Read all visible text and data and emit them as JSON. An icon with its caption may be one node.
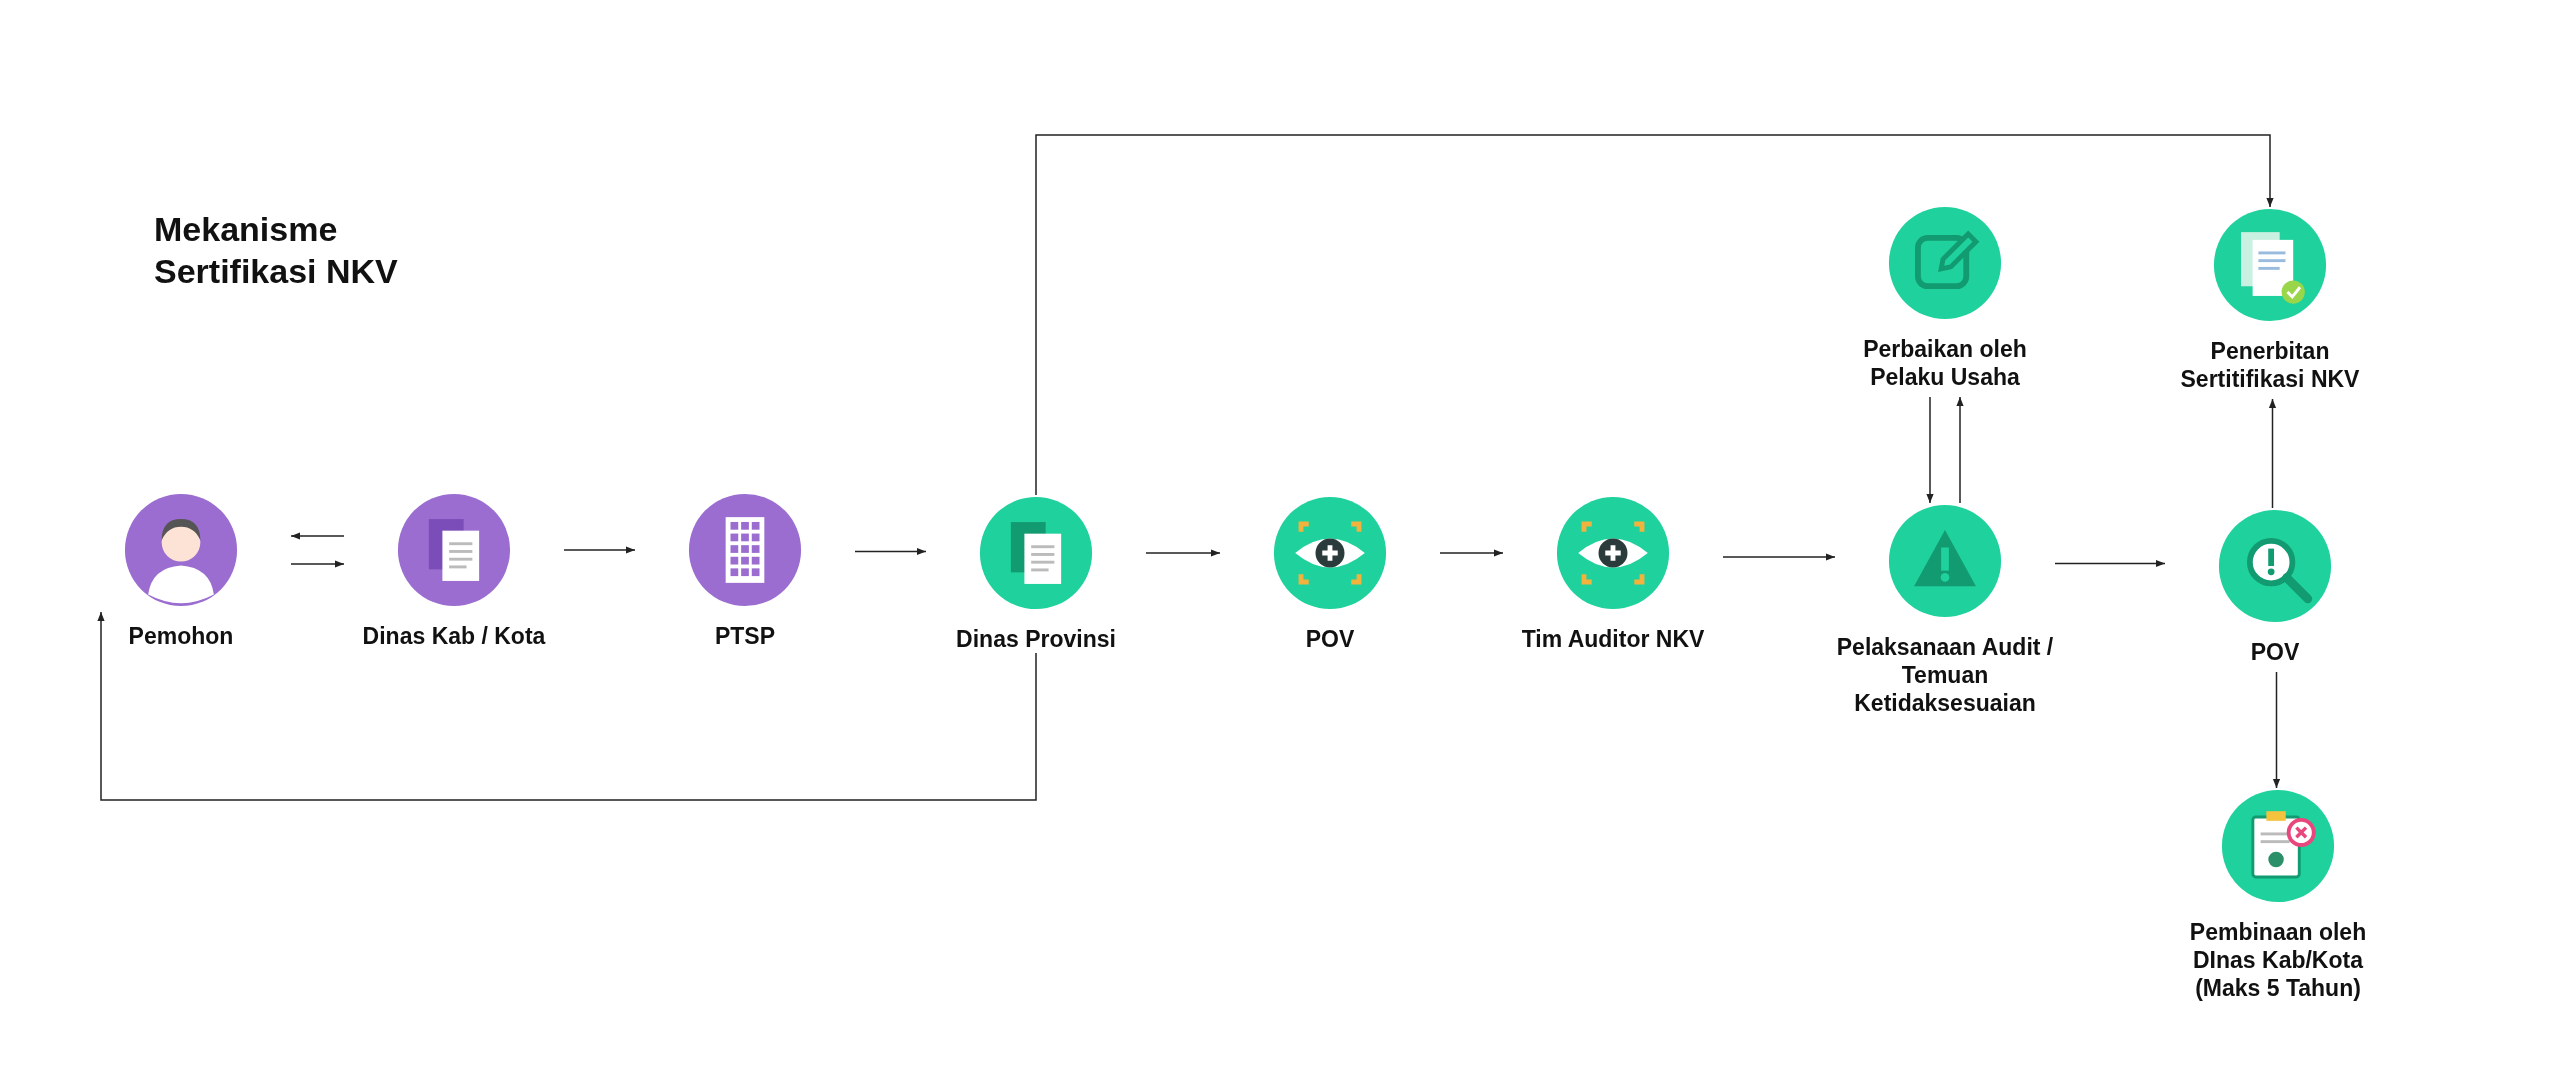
{
  "diagram": {
    "title": "Mekanisme Sertifikasi NKV",
    "nodes": [
      {
        "text": [
          "Pemohon"
        ]
      },
      {
        "text": [
          "Dinas Kab / Kota"
        ]
      },
      {
        "text": [
          "PTSP"
        ]
      },
      {
        "text": [
          "Dinas Provinsi"
        ]
      },
      {
        "text": [
          "POV"
        ]
      },
      {
        "text": [
          "Tim Auditor NKV"
        ]
      },
      {
        "text": [
          "Perbaikan oleh Pelaku Usaha"
        ]
      },
      {
        "text": [
          "Pelaksanaan Audit / Temuan Ketidaksesuaian"
        ]
      },
      {
        "text": [
          "Penerbitan Sertitifikasi NKV"
        ]
      },
      {
        "text": [
          "POV"
        ]
      },
      {
        "text": [
          "Pembinaan oleh DInas Kab/Kota (Maks 5 Tahun)"
        ]
      }
    ],
    "edges": [
      {
        "from": 1,
        "to": 0,
        "arrow": "to"
      },
      {
        "from": 0,
        "to": 1,
        "arrow": "to"
      },
      {
        "from": 1,
        "to": 2,
        "arrow": "to"
      },
      {
        "from": 2,
        "to": 3,
        "arrow": "to"
      },
      {
        "from": 3,
        "to": 4,
        "arrow": "to"
      },
      {
        "from": 4,
        "to": 5,
        "arrow": "to"
      },
      {
        "from": 5,
        "to": 7,
        "arrow": "to"
      },
      {
        "from": 6,
        "to": 7,
        "arrow": "to"
      },
      {
        "from": 7,
        "to": 6,
        "arrow": "to"
      },
      {
        "from": 7,
        "to": 9,
        "arrow": "to"
      },
      {
        "from": 9,
        "to": 8,
        "arrow": "to"
      },
      {
        "from": 9,
        "to": 10,
        "arrow": "to"
      },
      {
        "from": 3,
        "to": 8,
        "arrow": "to"
      },
      {
        "from": 3,
        "to": 0,
        "arrow": "to"
      }
    ]
  }
}
